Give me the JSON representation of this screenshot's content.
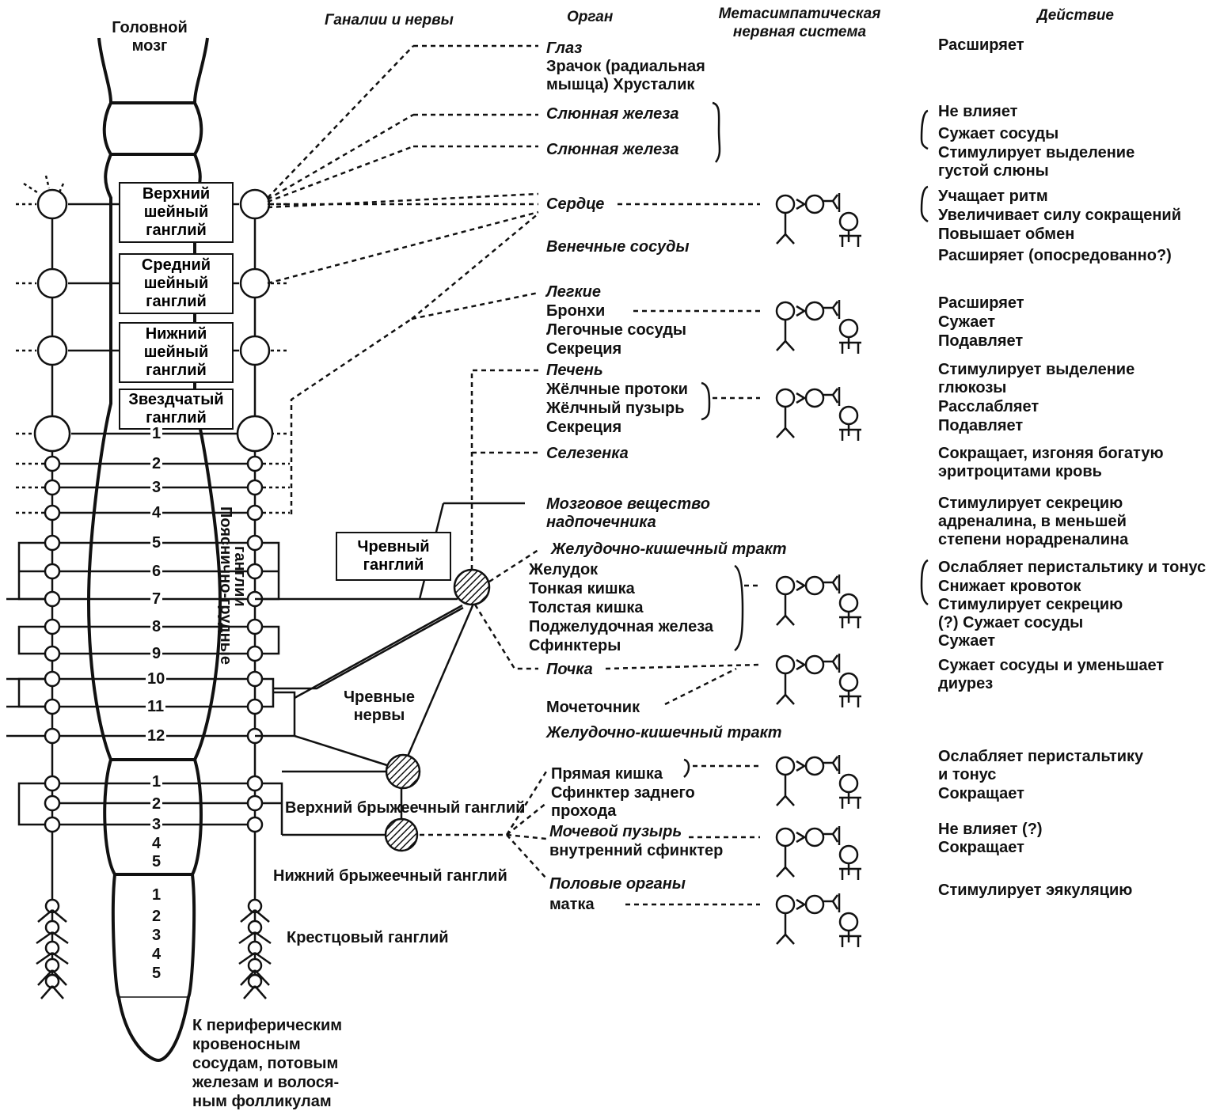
{
  "headers": {
    "brain": [
      "Головной",
      "мозг"
    ],
    "ganglia": "Ганалии и нервы",
    "organ": "Орган",
    "metasympathetic": [
      "Метасимпатическая",
      "нервная система"
    ],
    "action": "Действие"
  },
  "ganglia_boxes": {
    "superior_cervical": [
      "Верхний",
      "шейный",
      "ганглий"
    ],
    "middle_cervical": [
      "Средний",
      "шейный",
      "ганглий"
    ],
    "inferior_cervical": [
      "Нижний",
      "шейный",
      "ганглий"
    ],
    "stellate": [
      "Звездчатый",
      "ганглий"
    ],
    "celiac": [
      "Чревный",
      "ганглий"
    ]
  },
  "thoracic_numbers": [
    "1",
    "2",
    "3",
    "4",
    "5",
    "6",
    "7",
    "8",
    "9",
    "10",
    "11",
    "12"
  ],
  "lumbar_numbers": [
    "1",
    "2",
    "3",
    "4",
    "5"
  ],
  "sacral_numbers": [
    "1",
    "2",
    "3",
    "4",
    "5"
  ],
  "vertical_label": [
    "Пояснично-грудные",
    "ганглии"
  ],
  "labels": {
    "celiac_nerves": [
      "Чревные",
      "нервы"
    ],
    "superior_mesenteric": "Верхний брыжеечный ганглий",
    "inferior_mesenteric": "Нижний брыжеечный ганглий",
    "sacral": "Крестцовый ганглий",
    "periphery": [
      "К периферическим",
      "кровеносным",
      "сосудам, потовым",
      "железам и волося-",
      "ным фолликулам"
    ]
  },
  "organs": {
    "eye": "Глаз",
    "pupil": [
      "Зрачок (радиальная",
      "мышца) Хрусталик"
    ],
    "salivary1": "Слюнная железа",
    "salivary2": "Слюнная железа",
    "heart": "Сердце",
    "coronary": "Венечные сосуды",
    "lungs": "Легкие",
    "bronchi": "Бронхи",
    "lung_vessels": "Легочные сосуды",
    "lung_secretion": "Секреция",
    "liver": "Печень",
    "bile_ducts": "Жёлчные протоки",
    "gallbladder": "Жёлчный пузырь",
    "liver_secretion": "Секреция",
    "spleen": "Селезенка",
    "adrenal": [
      "Мозговое вещество",
      "надпочечника"
    ],
    "gi_tract": "Желудочно-кишечный тракт",
    "stomach": "Желудок",
    "small_int": "Тонкая кишка",
    "large_int": "Толстая кишка",
    "pancreas": "Поджелудочная железа",
    "sphincters": "Сфинктеры",
    "kidney": "Почка",
    "ureter": "Мочеточник",
    "gi_tract2": "Желудочно-кишечный тракт",
    "rectum": "Прямая кишка",
    "anal": [
      "Сфинктер заднего",
      "прохода"
    ],
    "bladder": "Мочевой пузырь",
    "bladder_sph": "внутренний сфинктер",
    "genitals": "Половые органы",
    "uterus": "матка"
  },
  "actions": {
    "a1": "Расширяет",
    "a2": "Не влияет",
    "a3": "Сужает сосуды",
    "a4": [
      "Стимулирует выделение",
      "густой слюны"
    ],
    "a5": "Учащает ритм",
    "a6": "Увеличивает силу сокращений",
    "a7": "Повышает обмен",
    "a8": "Расширяет (опосредованно?)",
    "a9": "Расширяет",
    "a10": "Сужает",
    "a11": "Подавляет",
    "a12": [
      "Стимулирует выделение",
      "глюкозы"
    ],
    "a13": "Расслабляет",
    "a14": "Подавляет",
    "a15": [
      "Сокращает, изгоняя богатую",
      "эритроцитами кровь"
    ],
    "a16": [
      "Стимулирует секрецию",
      "адреналина, в меньшей",
      "степени норадреналина"
    ],
    "a17": "Ослабляет перистальтику и тонус",
    "a18": "Снижает кровоток",
    "a19": "Стимулирует секрецию",
    "a20": "(?) Сужает сосуды",
    "a21": "Сужает",
    "a22": [
      "Сужает сосуды и уменьшает",
      "диурез"
    ],
    "a23": [
      "Ослабляет перистальтику",
      "и тонус"
    ],
    "a24": "Сокращает",
    "a25": "Не влияет (?)",
    "a26": "Сокращает",
    "a27": "Стимулирует эякуляцию"
  }
}
